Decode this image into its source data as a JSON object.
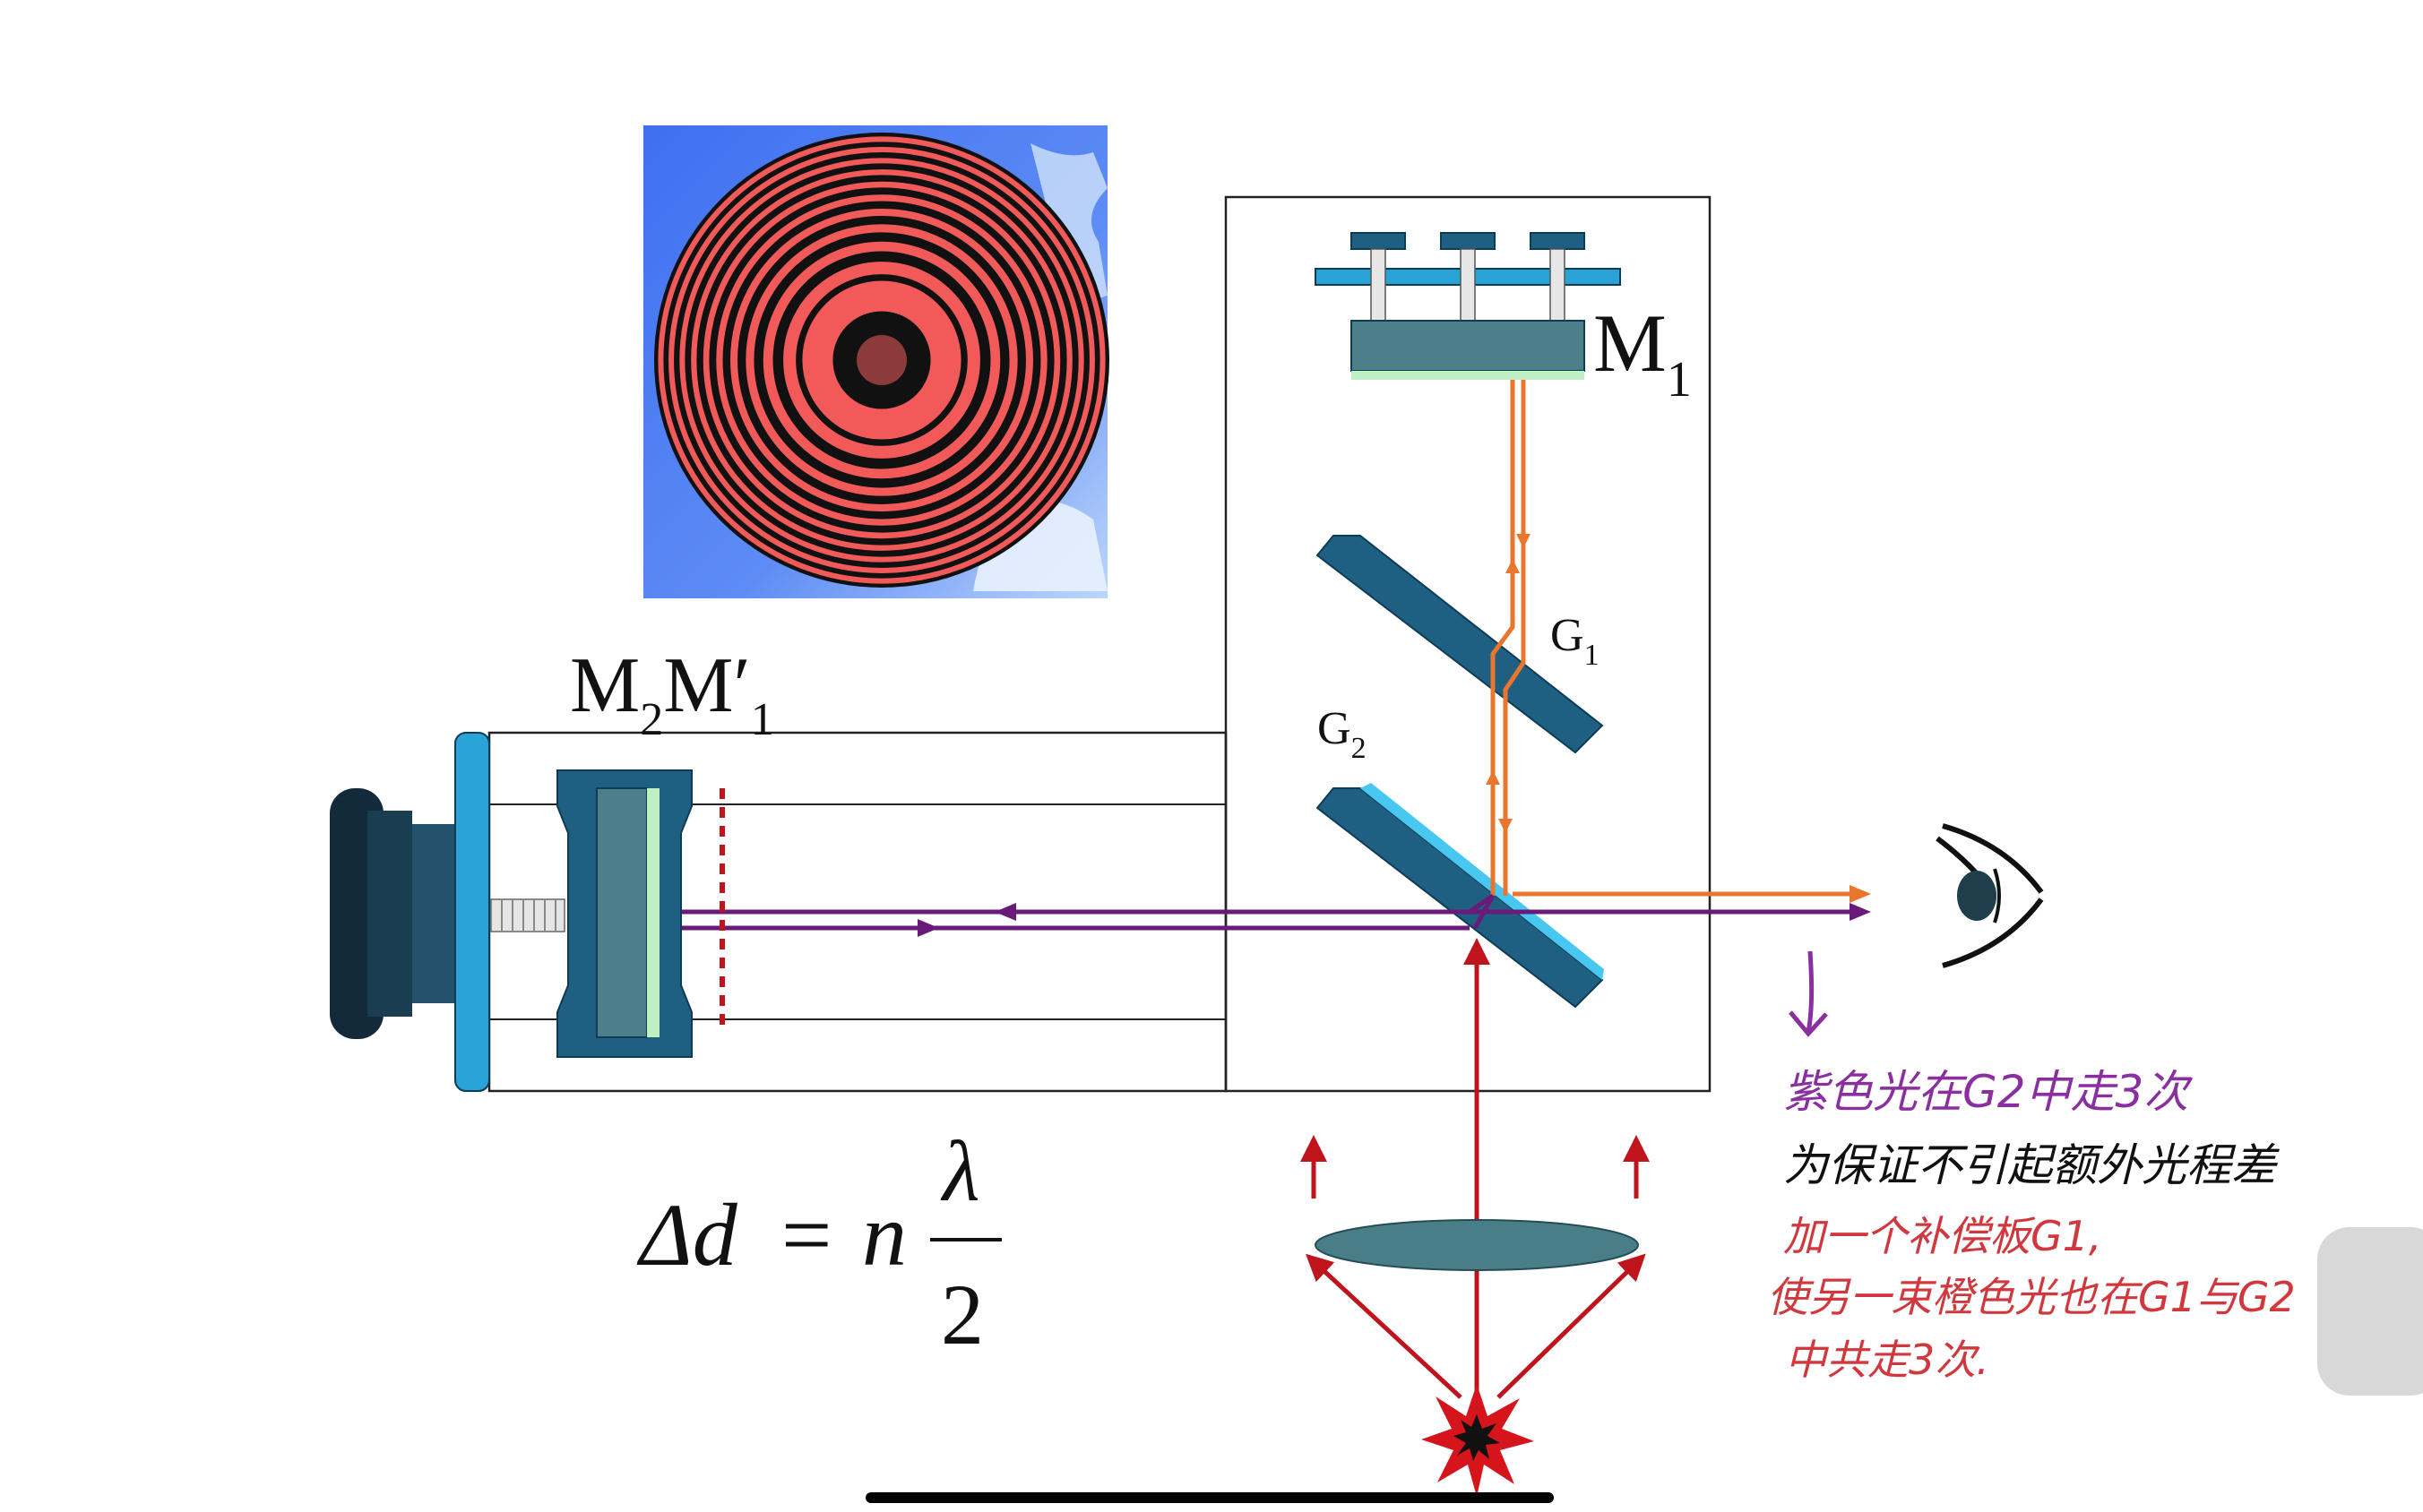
{
  "labels": {
    "m1": "M",
    "m1_sub": "1",
    "g1": "G",
    "g1_sub": "1",
    "g2": "G",
    "g2_sub": "2",
    "m2m1prime_a": "M",
    "m2m1prime_a_sub": "2",
    "m2m1prime_b": "M′",
    "m2m1prime_b_sub": "1"
  },
  "formula": {
    "lhs": "Δd",
    "eq": "=",
    "n": "n",
    "numerator": "λ",
    "denominator": "2"
  },
  "notes": {
    "line1": "紫色光在G2中走3次",
    "line2": "为保证不引起额外光程差",
    "line3": "加一个补偿板G1,",
    "line4": "使另一束橙色光也在G1与G2",
    "line5": "中共走3次."
  },
  "colors": {
    "purple_beam": "#6a1b7a",
    "orange_beam": "#e8762c",
    "red_beam": "#c0141c",
    "plate": "#1f5f82",
    "note_purple": "#8b2fa0",
    "note_black": "#111111",
    "note_red": "#d0383e"
  },
  "icons": {
    "eye": "eye-icon",
    "light_source": "starburst-light-source-icon",
    "scroll_handle": "scroll-handle"
  }
}
